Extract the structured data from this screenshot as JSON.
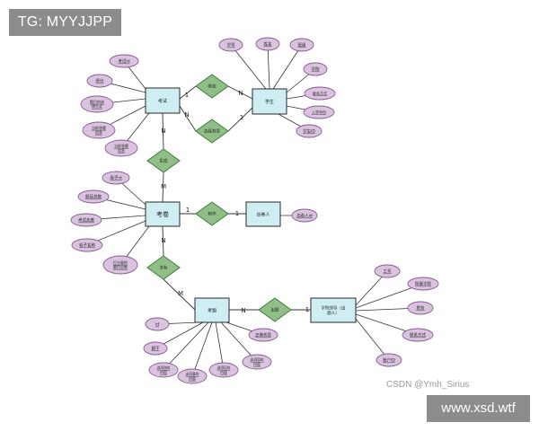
{
  "overlays": {
    "top_tag": "TG: MYYJJPP",
    "watermark_site": "www.xsd.wtf",
    "watermark_credit": "CSDN @Ymh_Sirius"
  },
  "colors": {
    "entity_fill": "#cfeef3",
    "entity_stroke": "#2a2a2a",
    "relation_fill": "#8fbf86",
    "relation_stroke": "#3f7a3f",
    "attribute_fill": "#d9c3df",
    "attribute_stroke": "#8a5a94",
    "line": "#333333"
  },
  "entities": {
    "exam": "考试",
    "student": "学生",
    "paper": "考卷",
    "publisher": "出卷人",
    "question": "考题",
    "school_staff": "学院领导（出题人）"
  },
  "relations": {
    "take_exam": "参加",
    "choose_answer": "选择答案",
    "generate": "生成",
    "create": "制作",
    "contain": "含有",
    "set_question": "出题"
  },
  "cardinalities": {
    "exam_take": "1",
    "take_student": "N",
    "exam_choose": "N",
    "choose_student": "1",
    "exam_generate": "N",
    "generate_paper": "M",
    "paper_create": "1",
    "create_publisher": "1",
    "paper_contain": "N",
    "contain_question": "M",
    "question_set": "N",
    "set_staff": "1"
  },
  "attributes": {
    "exam_id": "考试id",
    "exam_score": "得分",
    "exam_method": [
      "题目的选",
      "择方式"
    ],
    "exam_answers": [
      "当前答题",
      "信息"
    ],
    "exam_current": [
      "当前答题",
      "信息"
    ],
    "stu_no": "学号",
    "stu_name": "姓名",
    "stu_grade": "班级",
    "stu_college": "学院",
    "stu_contact": "联系方式",
    "stu_year": "入学年份",
    "stu_id": "学生ID",
    "paper_id": "卷子id",
    "paper_count": "题目总数",
    "paper_status": "考试态度",
    "paper_name": "卷子名称",
    "paper_score": [
      "打分量的",
      "题目总数"
    ],
    "pub_id": "出卷人id",
    "q_id": "id",
    "q_stem": "题干",
    "q_a": [
      "选项A的",
      "内容"
    ],
    "q_b": [
      "选项B的",
      "内容"
    ],
    "q_c": [
      "选项C的",
      "内容"
    ],
    "q_d": [
      "选项D的",
      "内容"
    ],
    "q_answer": "正确答案",
    "st_no": "工号",
    "st_college": "所属学院",
    "st_post": "职务",
    "st_contact": "联系方式",
    "st_account": "账户ID"
  }
}
